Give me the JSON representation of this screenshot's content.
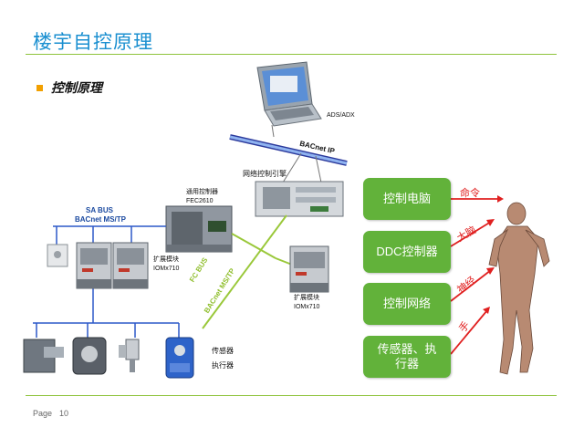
{
  "title": "楼宇自控原理",
  "subtitle": "控制原理",
  "footer": {
    "page_label": "Page",
    "page_number": "10"
  },
  "network": {
    "ads_label": "ADS/ADX",
    "bacnet_ip": "BACnet IP",
    "engine_label": "网络控制引擎",
    "controller_label": "通用控制器",
    "controller_model": "FEC2610",
    "sa_bus": "SA BUS",
    "sa_bus_protocol": "BACnet MS/TP",
    "fc_bus": "FC BUS",
    "fc_bus_protocol": "BACnet MS/TP",
    "expansion_label_left": "扩展模块",
    "expansion_model_left": "IOMx710",
    "expansion_label_right": "扩展模块",
    "expansion_model_right": "IOMx710",
    "sensor_label": "传感器",
    "actuator_label": "执行器"
  },
  "analogy": {
    "boxes": [
      {
        "label": "控制电脑"
      },
      {
        "label": "DDC控制器"
      },
      {
        "label": "控制网络"
      },
      {
        "label": "传感器、执行器"
      }
    ],
    "arrows": [
      {
        "label": "命令"
      },
      {
        "label": "大脑"
      },
      {
        "label": "神经"
      },
      {
        "label": "手"
      }
    ]
  },
  "colors": {
    "title": "#1a8fd0",
    "rule": "#8fc43c",
    "bullet": "#f2a000",
    "box_green": "#62b23a",
    "arrow_red": "#e02020",
    "bus_blue": "#1b4aa0",
    "fc_bus_green": "#9ac83a"
  }
}
